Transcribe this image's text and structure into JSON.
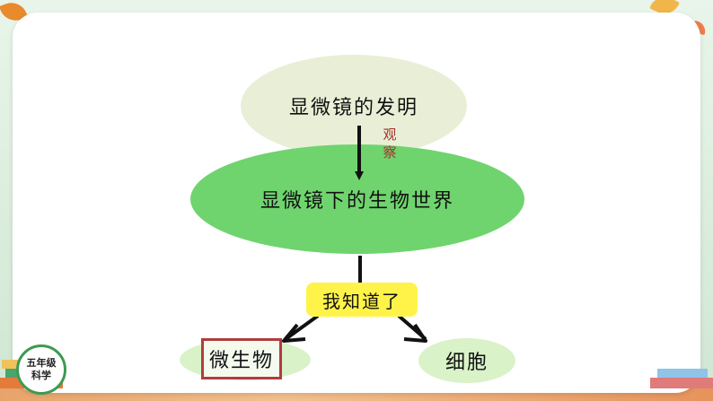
{
  "badge": {
    "line1": "五年级",
    "line2": "科学"
  },
  "diagram": {
    "node_invention": "显微镜的发明",
    "edge_label_observe_line1": "观",
    "edge_label_observe_line2": "察",
    "node_world": "显微镜下的生物世界",
    "node_know": "我知道了",
    "node_microbe": "微生物",
    "node_cell": "细胞"
  },
  "colors": {
    "invention_fill": "#e8efd6",
    "world_fill": "#6fd46e",
    "know_fill": "#fff34a",
    "leaf_fill": "#d9f2c8",
    "highlight_border": "#b23c3c",
    "label_color": "#a3322a"
  }
}
